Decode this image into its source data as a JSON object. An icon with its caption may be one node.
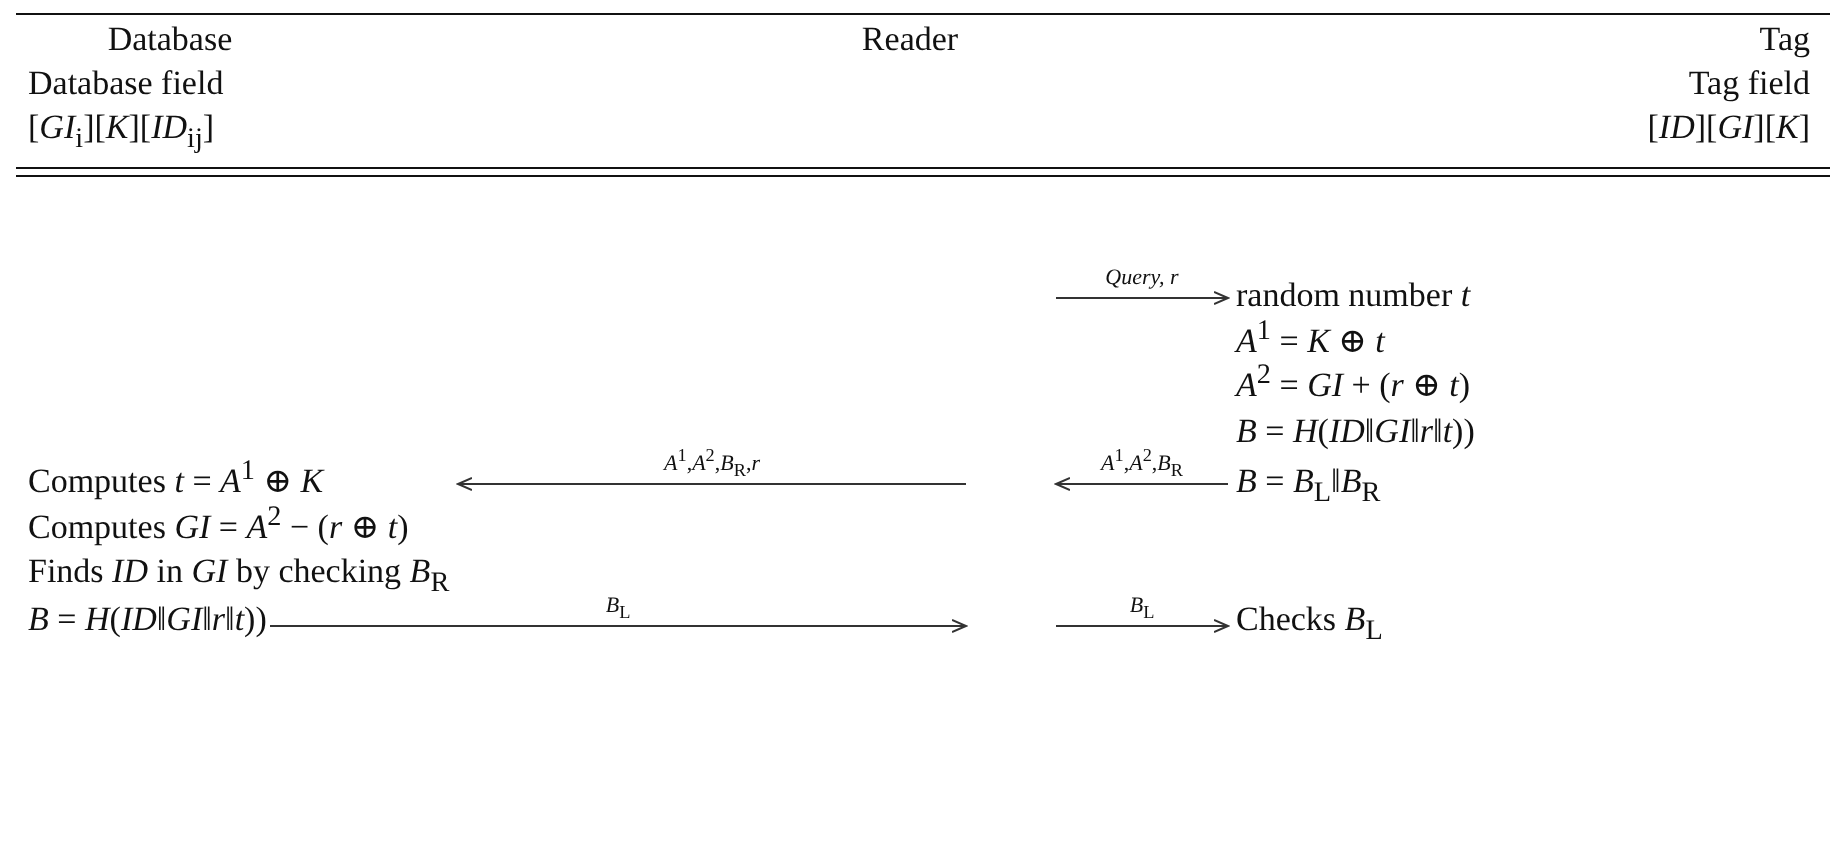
{
  "diagram": {
    "nodes": [
      {
        "text": [
          "random number *t*",
          "*A*$^{1}$ = *K* ⊕ *t*",
          "*A*$^{2}$ = *GI* + (*r* ⊕ *t*)",
          "*B* = *H*(*ID*‖*GI*‖*r*‖*t*))"
        ]
      },
      {
        "text": [
          "*B* = *B*$_{L}$‖*B*$_{R}$"
        ]
      },
      {
        "text": [
          "Computes *t* = *A*$^{1}$ ⊕ *K*",
          "Computes *GI* = *A*$^{2}$ − (*r* ⊕ *t*)",
          "Finds *ID* in *GI* by checking *B*$_{R}$"
        ]
      },
      {
        "text": [
          "*B* = *H*(*ID*‖*GI*‖*r*‖*t*))"
        ]
      },
      {
        "text": [
          "Checks *B*$_{L}$"
        ]
      }
    ],
    "edges": [
      {
        "from": null,
        "to": 0,
        "arrow": "to",
        "label": "*Query, r*"
      },
      {
        "from": 1,
        "to": null,
        "arrow": "to",
        "label": "*A*$^{1}$,*A*$^{2}$,*B*$_{R}$"
      },
      {
        "from": null,
        "to": 2,
        "arrow": "to",
        "label": "*A*$^{1}$,*A*$^{2}$,*B*$_{R}$,*r*"
      },
      {
        "from": 3,
        "to": null,
        "arrow": "to",
        "label": "*B*$_{L}$"
      },
      {
        "from": null,
        "to": 4,
        "arrow": "to",
        "label": "*B*$_{L}$"
      }
    ],
    "labels": [
      "Database",
      "Reader",
      "Tag",
      "Database field",
      "Tag field",
      "[*GI*$_{i}$][*K*][*ID*$_{ij}$]",
      "[*ID*][*GI*][*K*]"
    ]
  }
}
